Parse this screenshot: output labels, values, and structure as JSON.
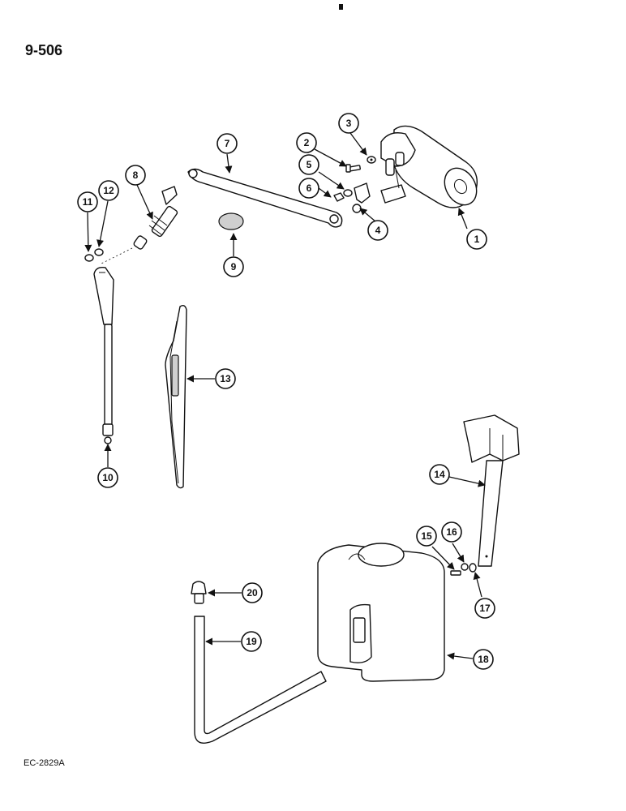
{
  "header": {
    "page_number": "9-506"
  },
  "footer": {
    "figure_code": "EC-2829A"
  },
  "callouts": [
    "1",
    "2",
    "3",
    "4",
    "5",
    "6",
    "7",
    "8",
    "9",
    "10",
    "11",
    "12",
    "13",
    "14",
    "15",
    "16",
    "17",
    "18",
    "19",
    "20"
  ]
}
